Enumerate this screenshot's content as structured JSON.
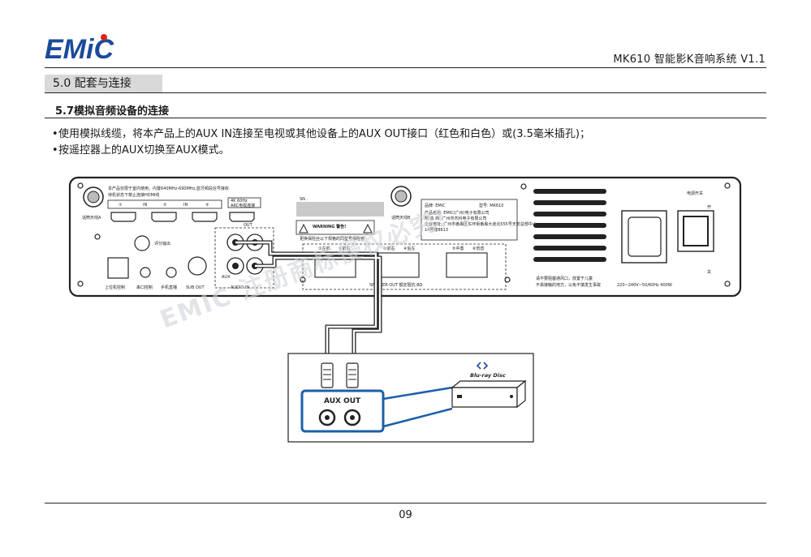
{
  "header": {
    "logo_text": "EMiC",
    "doc_title": "MK610 智能影K音响系统 V1.1"
  },
  "section": {
    "title": "5.0 配套与连接"
  },
  "subsection": {
    "title": "5.7模拟音频设备的连接"
  },
  "bullets": [
    "使用模拟线缆，将本产品上的AUX IN连接至电视或其他设备上的AUX OUT接口（红色和白色）或(3.5毫米插孔)；",
    "按遥控器上的AUX切换至AUX模式。"
  ],
  "watermark": "EMIC 注册商标侵权必究!",
  "panel": {
    "notice_line1": "本产品仅限于室内使用，内置640MHz-690MHz,蓝牙频段信号接收",
    "notice_line2": "待机状态下禁止连接HDMI线",
    "hdmi_labels": [
      "①",
      "IN",
      "②",
      "IN",
      "③"
    ],
    "antenna_a": "话筒天线A",
    "antenna_b": "话筒天线B",
    "sn_label": "SN :",
    "arc_label": "4K  60Hz",
    "arc_sub": "ARC电视连接",
    "out_label": "OUT",
    "aux_label": "AUX",
    "audio_in": "AUDIO IN",
    "score_out": "评分输出",
    "warning": "WARNING 警告!",
    "fuse_note": "更换保险丝以下规格的同型号保险管",
    "speaker_left_front": "①左前",
    "speaker_right_front": "②前右",
    "speaker_right_surround": "③前右",
    "speaker_left_surround": "④后左",
    "speaker_center": "⑤中置",
    "speaker_sub": "⑥低音",
    "speaker_out": "SPEAKER OUT 额定阻抗:8Ω",
    "port_labels": [
      "上位机控制",
      "串口控制",
      "手机直播",
      "SUB OUT"
    ],
    "brand_box": [
      "品牌: EMiC",
      "型号: MK610",
      "产品名称: EMIC(广州)电子有限公司",
      "制 造 商: 广州市杰科电子有限公司",
      "企业地址: 广州市番禺区东环街番禺大道北555号天安总部中心",
      "14号楼8613"
    ],
    "vent_note1": "请不要阻塞通风口，放置于儿童",
    "vent_note2": "不易接触的地方，以免不慎发生事故",
    "power_rating": "220~240V~50/60Hz 400W",
    "power_switch": "电源开关",
    "power_on": "开",
    "power_off": "关"
  },
  "player": {
    "aux_out": "AUX OUT",
    "bluray": "Blu-ray Disc"
  },
  "footer": {
    "page": "09"
  }
}
